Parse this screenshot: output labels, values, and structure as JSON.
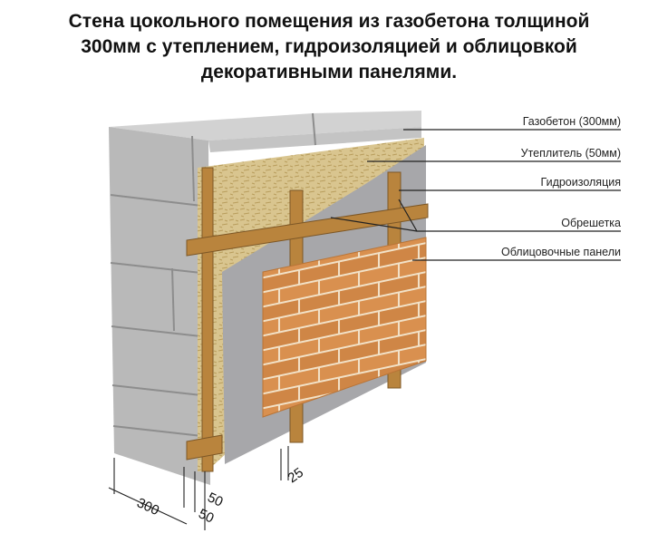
{
  "title": {
    "line1": "Стена цокольного помещения из газобетона толщиной",
    "line2": "300мм с утеплением, гидроизоляцией и облицовкой",
    "line3": "декоративными панелями."
  },
  "callouts": [
    {
      "label": "Газобетон (300мм)"
    },
    {
      "label": "Утеплитель (50мм)"
    },
    {
      "label": "Гидроизоляция"
    },
    {
      "label": "Обрешетка"
    },
    {
      "label": "Облицовочные панели"
    }
  ],
  "dimensions": {
    "wall": "300",
    "insulation": "50",
    "gap": "50",
    "lath": "25"
  },
  "colors": {
    "concrete_face": "#b9b9b9",
    "concrete_top": "#d2d2d2",
    "insulation": "#d9c58f",
    "membrane": "#a7a7aa",
    "lath": "#b9843d",
    "brick": "#d9904f",
    "mortar": "#f2e2c8"
  }
}
